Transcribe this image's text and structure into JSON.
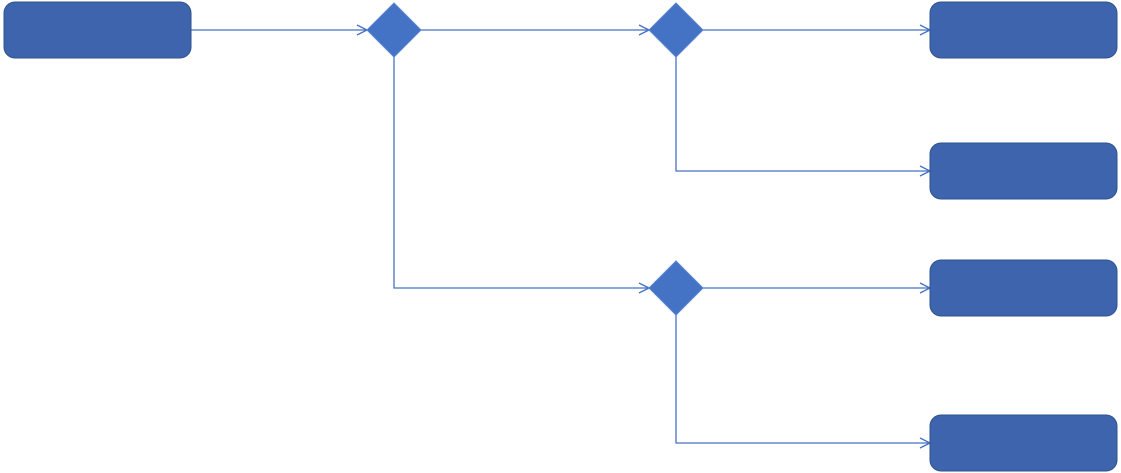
{
  "diagram": {
    "type": "decision-flowchart",
    "colors": {
      "box_fill": "#3d64ad",
      "box_stroke": "#2f528f",
      "diamond_fill": "#4472c4",
      "connector": "#4472c4",
      "background": "#ffffff"
    },
    "nodes": [
      {
        "id": "start",
        "shape": "rounded-rectangle",
        "label": ""
      },
      {
        "id": "decision-1",
        "shape": "diamond",
        "label": ""
      },
      {
        "id": "decision-2",
        "shape": "diamond",
        "label": ""
      },
      {
        "id": "decision-3",
        "shape": "diamond",
        "label": ""
      },
      {
        "id": "outcome-1",
        "shape": "rounded-rectangle",
        "label": ""
      },
      {
        "id": "outcome-2",
        "shape": "rounded-rectangle",
        "label": ""
      },
      {
        "id": "outcome-3",
        "shape": "rounded-rectangle",
        "label": ""
      },
      {
        "id": "outcome-4",
        "shape": "rounded-rectangle",
        "label": ""
      }
    ],
    "edges": [
      {
        "from": "start",
        "to": "decision-1"
      },
      {
        "from": "decision-1",
        "to": "decision-2"
      },
      {
        "from": "decision-1",
        "to": "decision-3"
      },
      {
        "from": "decision-2",
        "to": "outcome-1"
      },
      {
        "from": "decision-2",
        "to": "outcome-2"
      },
      {
        "from": "decision-3",
        "to": "outcome-3"
      },
      {
        "from": "decision-3",
        "to": "outcome-4"
      }
    ]
  }
}
